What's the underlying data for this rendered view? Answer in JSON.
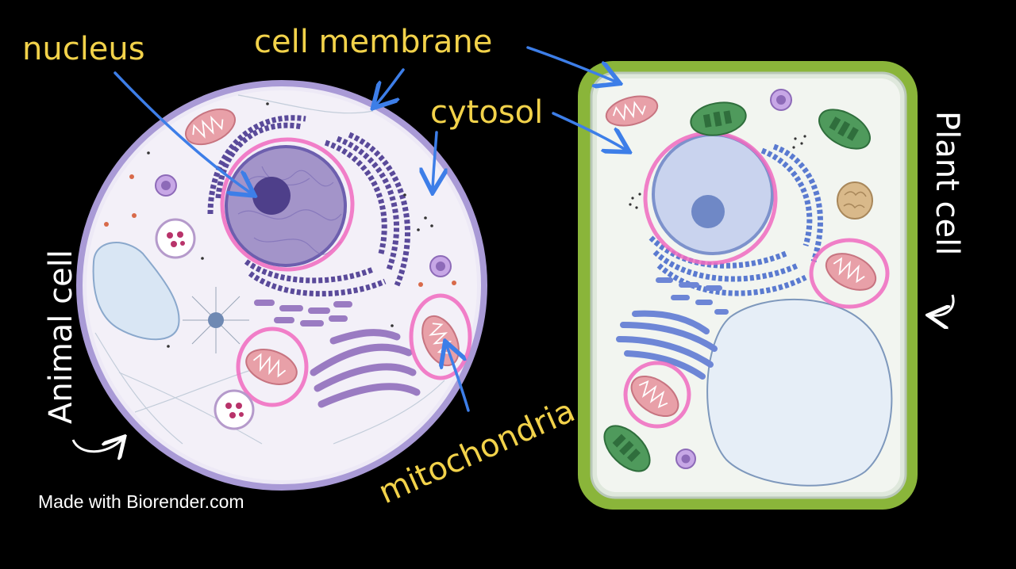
{
  "labels": {
    "nucleus": "nucleus",
    "cell_membrane": "cell membrane",
    "cytosol": "cytosol",
    "mitochondria": "mitochondria",
    "animal_cell": "Animal cell",
    "plant_cell": "Plant cell"
  },
  "credit": "Made with Biorender.com",
  "colors": {
    "label_yellow": "#f2d24a",
    "arrow_blue": "#3d7ee8",
    "highlight_pink": "#f06abf",
    "cell_wall_green": "#8ab53a",
    "animal_membrane": "#a99ad6"
  }
}
